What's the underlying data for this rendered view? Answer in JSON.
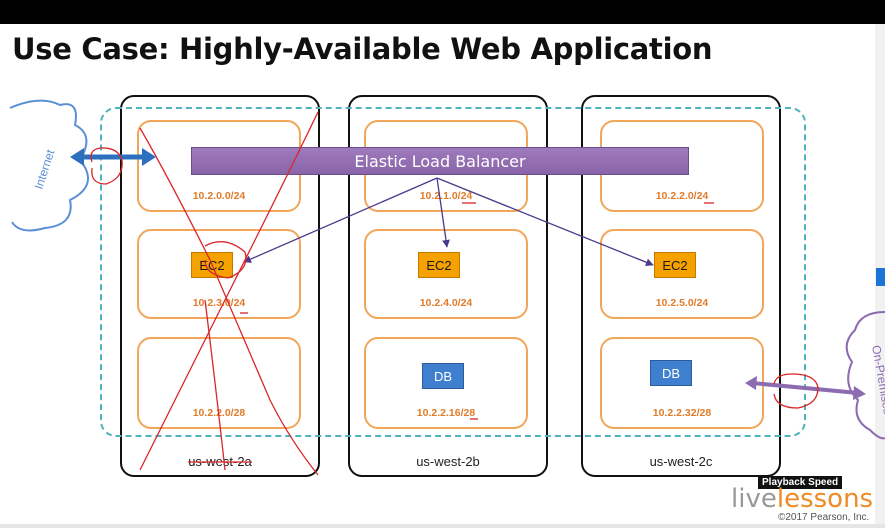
{
  "slide": {
    "title": "Use Case: Highly-Available Web Application"
  },
  "internet_label": "Internet",
  "onprem_label": "On-Premises",
  "elb_label": "Elastic Load Balancer",
  "zones": [
    {
      "label": "us-west-2a",
      "subnets": [
        {
          "cidr": "10.2.0.0/24"
        },
        {
          "cidr": "10.2.3.0/24",
          "instance": "EC2"
        },
        {
          "cidr": "10.2.2.0/28"
        }
      ]
    },
    {
      "label": "us-west-2b",
      "subnets": [
        {
          "cidr": "10.2.1.0/24"
        },
        {
          "cidr": "10.2.4.0/24",
          "instance": "EC2"
        },
        {
          "cidr": "10.2.2.16/28",
          "instance": "DB"
        }
      ]
    },
    {
      "label": "us-west-2c",
      "subnets": [
        {
          "cidr": "10.2.2.0/24"
        },
        {
          "cidr": "10.2.5.0/24",
          "instance": "EC2"
        },
        {
          "cidr": "10.2.2.32/28",
          "instance": "DB"
        }
      ]
    }
  ],
  "player": {
    "playback_speed": "Playback Speed",
    "brand_live": "live",
    "brand_lessons": "lessons",
    "copyright": "©2017 Pearson, Inc."
  }
}
